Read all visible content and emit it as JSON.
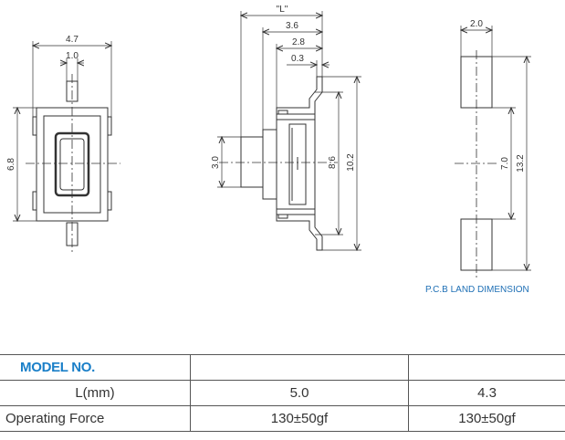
{
  "front_view": {
    "width": "4.7",
    "pin_width": "1.0",
    "height": "6.8"
  },
  "side_view": {
    "L": "\"L\"",
    "d_3_6": "3.6",
    "d_2_8": "2.8",
    "d_0_3": "0.3",
    "d_3_0": "3.0",
    "d_8_6": "8.6",
    "d_10_2": "10.2"
  },
  "pcb_view": {
    "width": "2.0",
    "gap": "7.0",
    "total": "13.2",
    "label": "P.C.B LAND DIMENSION"
  },
  "table": {
    "header": "MODEL NO.",
    "rows": [
      {
        "label": "L(mm)",
        "v1": "5.0",
        "v2": "4.3"
      },
      {
        "label": "Operating Force",
        "v1": "130±50gf",
        "v2": "130±50gf"
      }
    ]
  },
  "colors": {
    "line": "#333333",
    "accent": "#1a7fc8",
    "pcb_label": "#1e6fb5"
  }
}
